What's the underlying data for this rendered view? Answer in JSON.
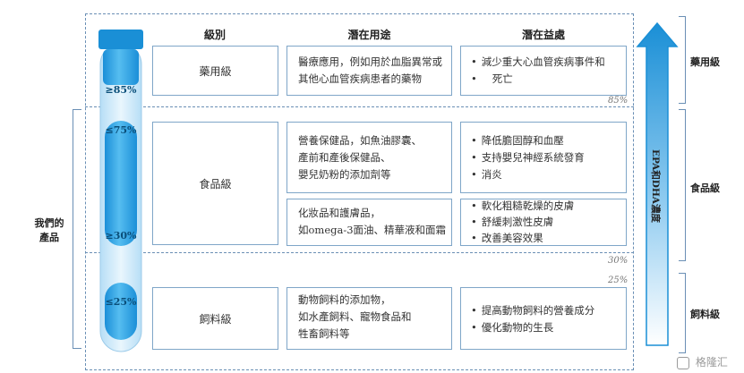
{
  "products_label": "我們的\n產品",
  "headers": {
    "grade": "級別",
    "use": "潛在用途",
    "benefit": "潛在益處"
  },
  "thresholds": {
    "t85": "≥85%",
    "t75": "≤75%",
    "t30": "≥30%",
    "t25": "≤25%"
  },
  "boundary_pct": {
    "p85": "85%",
    "p30": "30%",
    "p25": "25%"
  },
  "rows": {
    "pharma": {
      "grade": "藥用級",
      "use": [
        "醫療應用，例如用於血脂異常或",
        "其他心血管疾病患者的藥物"
      ],
      "benefits": [
        "減少重大心血管疾病事件和",
        "死亡"
      ]
    },
    "food": {
      "grade": "食品級",
      "use_a": [
        "營養保健品，如魚油膠囊、",
        "產前和產後保健品、",
        "嬰兒奶粉的添加劑等"
      ],
      "benefits_a": [
        "降低膽固醇和血壓",
        "支持嬰兒神經系統發育",
        "消炎"
      ],
      "use_b": [
        "化妝品和護膚品，",
        "如omega-3面油、精華液和面霜"
      ],
      "benefits_b": [
        "軟化粗糙乾燥的皮膚",
        "舒緩刺激性皮膚",
        "改善美容效果"
      ]
    },
    "feed": {
      "grade": "飼料級",
      "use": [
        "動物飼料的添加物，",
        "如水產飼料、寵物食品和",
        "牲畜飼料等"
      ],
      "benefits": [
        "提高動物飼料的營養成分",
        "優化動物的生長"
      ]
    }
  },
  "arrow_label": "EPA和DHA濃度",
  "right_labels": {
    "pharma": "藥用級",
    "food": "食品級",
    "feed": "飼料級"
  },
  "watermark": "格隆汇",
  "colors": {
    "accent_blue": "#1a8fd6",
    "dash_blue": "#6a8fb5",
    "box_border": "#7fa6c8"
  }
}
